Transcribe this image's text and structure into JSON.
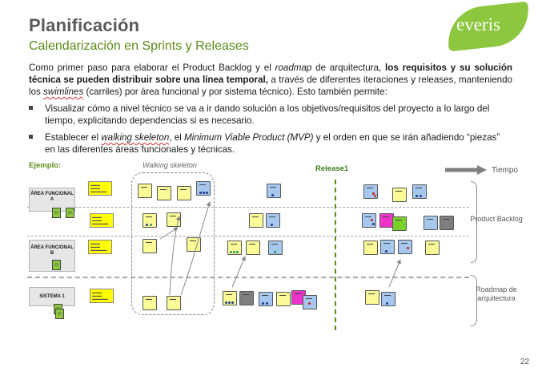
{
  "header": {
    "title": "Planificación",
    "subtitle": "Calendarización en Sprints y Releases",
    "logo_text": "everis"
  },
  "intro": {
    "p1": "Como primer paso para elaborar el Product Backlog y el ",
    "p1_italic": "roadmap",
    "p2": " de arquitectura, ",
    "p2_bold": "los requisitos y su solución técnica se pueden distribuir sobre una línea temporal,",
    "p3": " a través de diferentes iteraciones y releases, manteniendo los ",
    "p3_italic": "swimlines",
    "p4": " (carriles) por área funcional y por sistema técnico). Esto también permite:"
  },
  "bullets": {
    "b1": "Visualizar cómo a nivel técnico se va a ir dando solución a los objetivos/requisitos del proyecto a lo largo del tiempo, explicitando dependencias si es necesario.",
    "b2_a": "Establecer el ",
    "b2_i1": "walking skeleton",
    "b2_b": ", el ",
    "b2_i2": "Minimum Viable Product (MVP)",
    "b2_c": " y el orden en que se irán añadiendo “piezas” en las diferentes áreas funcionales y técnicas."
  },
  "diagram": {
    "example_label": "Ejemplo:",
    "walking_label": "Walking skeleton",
    "release_label": "Release1",
    "time_label": "Tiempo",
    "right_labels": {
      "backlog": "Product Backlog",
      "roadmap": "Roadmap de arquitectura"
    },
    "rows": {
      "area_a": "ÁREA FUNCIONAL A",
      "area_b": "ÁREA FUNCIONAL B",
      "sistema": "SISTEMA 1"
    }
  },
  "colors": {
    "title": "#595959",
    "subtitle_green": "#5a8a16",
    "logo_green": "#8dc63f",
    "card_yellow": "#fafa96",
    "card_blue": "#a6c8ef",
    "card_pink": "#ee33c8",
    "card_green": "#7ad02b",
    "card_dark": "#7f7f7f",
    "release_line": "#5a8a16"
  },
  "footer": {
    "page_number": "22"
  }
}
